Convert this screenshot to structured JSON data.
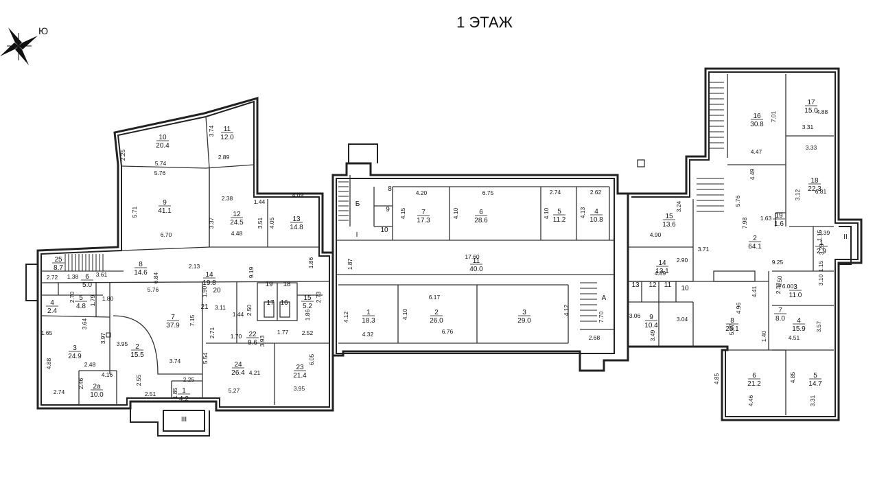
{
  "title": "1 ЭТАЖ",
  "compass": {
    "label": "Ю"
  },
  "markers": [
    "III",
    "II",
    "Б",
    "А",
    "I"
  ],
  "rooms": [
    {
      "num": "10",
      "area": "20.4"
    },
    {
      "num": "11",
      "area": "12.0"
    },
    {
      "num": "9",
      "area": "41.1"
    },
    {
      "num": "12",
      "area": "24.5"
    },
    {
      "num": "13",
      "area": "14.8"
    },
    {
      "num": "25",
      "area": "8.7"
    },
    {
      "num": "8",
      "area": "14.6"
    },
    {
      "num": "14",
      "area": "19.8"
    },
    {
      "num": "6",
      "area": "5.0"
    },
    {
      "num": "5",
      "area": "4.8"
    },
    {
      "num": "4",
      "area": "2.4"
    },
    {
      "num": "7",
      "area": "37.9"
    },
    {
      "num": "20",
      "area": ""
    },
    {
      "num": "21",
      "area": ""
    },
    {
      "num": "19",
      "area": ""
    },
    {
      "num": "18",
      "area": ""
    },
    {
      "num": "17",
      "area": ""
    },
    {
      "num": "16",
      "area": ""
    },
    {
      "num": "15",
      "area": "5.2"
    },
    {
      "num": "3",
      "area": "24.9"
    },
    {
      "num": "2",
      "area": "15.5"
    },
    {
      "num": "22",
      "area": "9.6"
    },
    {
      "num": "24",
      "area": "26.4"
    },
    {
      "num": "23",
      "area": "21.4"
    },
    {
      "num": "2а",
      "area": "10.0"
    },
    {
      "num": "1",
      "area": "4.2"
    },
    {
      "num": "7",
      "area": "17.3"
    },
    {
      "num": "6",
      "area": "28.6"
    },
    {
      "num": "5",
      "area": "11.2"
    },
    {
      "num": "4",
      "area": "10.8"
    },
    {
      "num": "9",
      "area": ""
    },
    {
      "num": "10",
      "area": ""
    },
    {
      "num": "8",
      "area": ""
    },
    {
      "num": "11",
      "area": "40.0"
    },
    {
      "num": "1",
      "area": "18.3"
    },
    {
      "num": "2",
      "area": "26.0"
    },
    {
      "num": "3",
      "area": "29.0"
    },
    {
      "num": "16",
      "area": "30.8"
    },
    {
      "num": "17",
      "area": "15.0"
    },
    {
      "num": "18",
      "area": "22.3"
    },
    {
      "num": "15",
      "area": "13.6"
    },
    {
      "num": "19",
      "area": "1.6"
    },
    {
      "num": "2",
      "area": "64.1"
    },
    {
      "num": "1",
      "area": "2.9"
    },
    {
      "num": "14",
      "area": "13.1"
    },
    {
      "num": "13",
      "area": ""
    },
    {
      "num": "12",
      "area": ""
    },
    {
      "num": "11",
      "area": ""
    },
    {
      "num": "10",
      "area": ""
    },
    {
      "num": "9",
      "area": "10.4"
    },
    {
      "num": "8",
      "area": "25.1"
    },
    {
      "num": "7",
      "area": "8.0"
    },
    {
      "num": "3",
      "area": "11.0"
    },
    {
      "num": "4",
      "area": "15.9"
    },
    {
      "num": "6",
      "area": "21.2"
    },
    {
      "num": "5",
      "area": "14.7"
    }
  ],
  "dimensions": [
    "2.25",
    "5.74",
    "3.74",
    "2.89",
    "5.76",
    "5.71",
    "6.70",
    "2.38",
    "1.44",
    "3.37",
    "4.48",
    "3.51",
    "4.09",
    "4.05",
    "2.72",
    "6.84",
    "2.13",
    "9.19",
    "1.86",
    "1.38",
    "3.61",
    "5.76",
    "2.70",
    "1.79",
    "1.80",
    "1.90",
    "3.11",
    "2.50",
    "2.73",
    "1.44",
    "1.86",
    "7.15",
    "1.65",
    "3.64",
    "3.97",
    "3.95",
    "2.71",
    "1.70",
    "3.93",
    "1.77",
    "2.52",
    "4.88",
    "2.48",
    "5.54",
    "4.21",
    "6.05",
    "4.16",
    "2.46",
    "2.55",
    "2.25",
    "1.85",
    "2.74",
    "2.51",
    "3.74",
    "5.27",
    "3.95",
    "4.20",
    "6.75",
    "2.74",
    "2.62",
    "4.15",
    "4.10",
    "4.10",
    "4.13",
    "1.87",
    "17.60",
    "6.17",
    "4.12",
    "4.10",
    "4.12",
    "4.32",
    "6.76",
    "7.70",
    "2.68",
    "7.01",
    "4.88",
    "3.31",
    "3.33",
    "4.47",
    "4.49",
    "3.12",
    "6.81",
    "5.76",
    "1.63",
    "3.24",
    "7.98",
    "4.90",
    "3.71",
    "3.39",
    "1.15",
    "3.29",
    "9.25",
    "1.15",
    "2.90",
    "4.89",
    "4.50",
    "3.10",
    "2.33",
    "6.00",
    "4.41",
    "3.06",
    "3.04",
    "4.96",
    "3.49",
    "5.87",
    "1.40",
    "3.57",
    "4.51",
    "4.85",
    "4.85",
    "4.46",
    "3.31"
  ]
}
